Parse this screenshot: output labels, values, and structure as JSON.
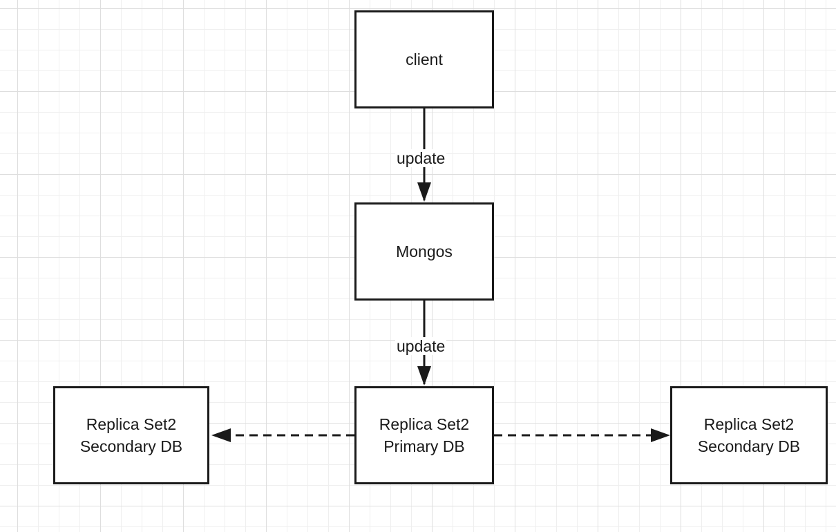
{
  "nodes": {
    "client": "client",
    "mongos": "Mongos",
    "primary": "Replica Set2\nPrimary DB",
    "secondary_left": "Replica Set2\nSecondary DB",
    "secondary_right": "Replica Set2\nSecondary DB"
  },
  "edges": [
    {
      "from": "client",
      "to": "mongos",
      "label": "update",
      "style": "solid"
    },
    {
      "from": "mongos",
      "to": "primary",
      "label": "update",
      "style": "solid"
    },
    {
      "from": "primary",
      "to": "secondary_left",
      "label": "",
      "style": "dashed"
    },
    {
      "from": "primary",
      "to": "secondary_right",
      "label": "",
      "style": "dashed"
    }
  ],
  "colors": {
    "stroke": "#1a1a1a",
    "background": "#ffffff",
    "grid_major": "#dedede",
    "grid_minor": "#efefef"
  }
}
